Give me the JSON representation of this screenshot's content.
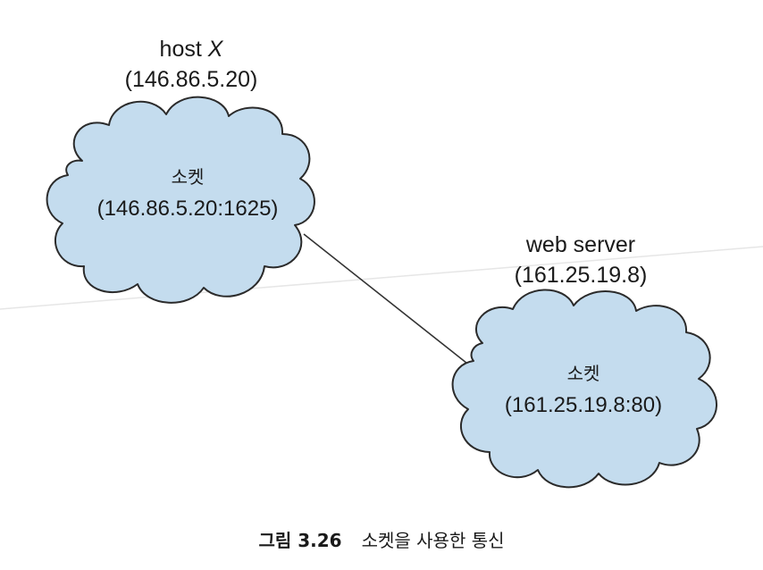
{
  "host": {
    "name_prefix": "host ",
    "name_var": "X",
    "ip": "(146.86.5.20)",
    "socket_label": "소켓",
    "socket_addr": "(146.86.5.20:1625)"
  },
  "server": {
    "name": "web server",
    "ip": "(161.25.19.8)",
    "socket_label": "소켓",
    "socket_addr": "(161.25.19.8:80)"
  },
  "caption": {
    "figure_number": "그림 3.26",
    "text": "소켓을 사용한 통신"
  },
  "colors": {
    "cloud_fill": "#c4dcee",
    "cloud_stroke": "#2b2b2b",
    "line": "#333333",
    "background": "#ffffff"
  }
}
